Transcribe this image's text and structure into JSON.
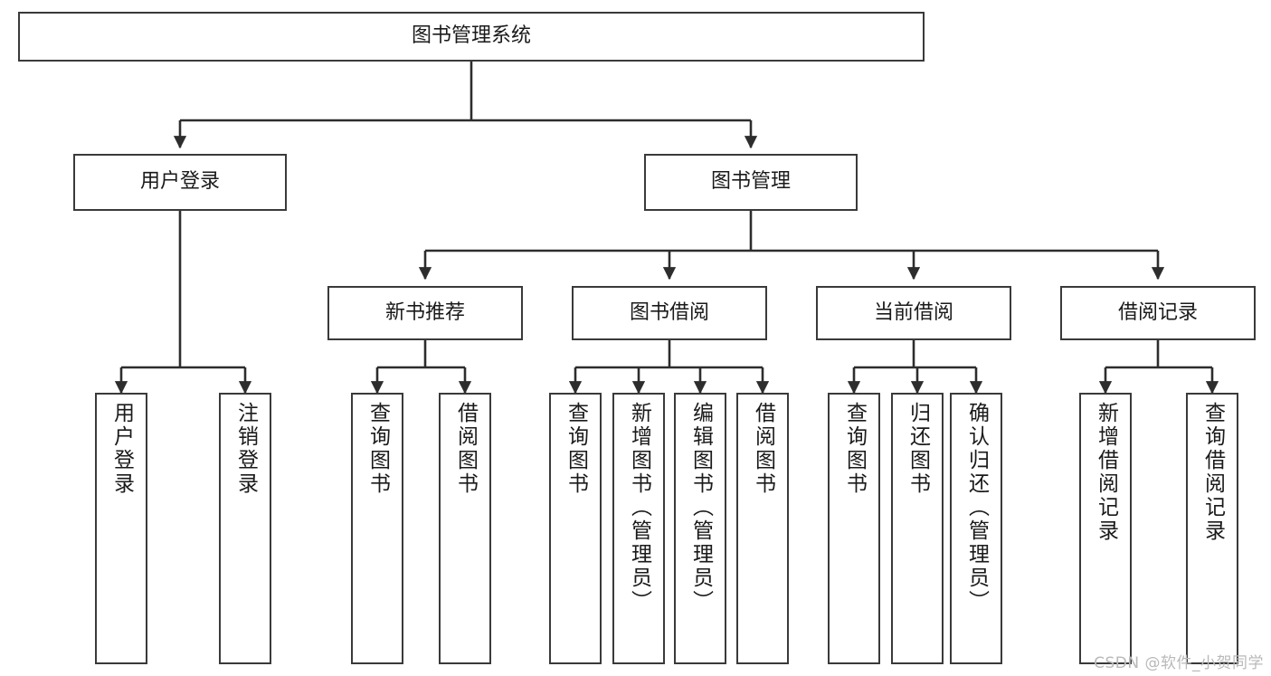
{
  "diagram": {
    "title": "图书管理系统",
    "type": "tree-hierarchy-chart",
    "orientation": "top-down",
    "line_color": "#3a3a3a",
    "box_fill": "#ffffff",
    "text_color": "#1a1a1a"
  },
  "root": {
    "label": "图书管理系统"
  },
  "level2": [
    {
      "label": "用户登录"
    },
    {
      "label": "图书管理"
    }
  ],
  "level3": [
    {
      "label": "新书推荐"
    },
    {
      "label": "图书借阅"
    },
    {
      "label": "当前借阅"
    },
    {
      "label": "借阅记录"
    }
  ],
  "leaves": {
    "user_login": [
      {
        "label": "用户登录"
      },
      {
        "label": "注销登录"
      }
    ],
    "new_book_recommend": [
      {
        "label": "查询图书"
      },
      {
        "label": "借阅图书"
      }
    ],
    "book_borrow": [
      {
        "label": "查询图书"
      },
      {
        "label": "新增图书（管理员）"
      },
      {
        "label": "编辑图书（管理员）"
      },
      {
        "label": "借阅图书"
      }
    ],
    "current_borrow": [
      {
        "label": "查询图书"
      },
      {
        "label": "归还图书"
      },
      {
        "label": "确认归还（管理员）"
      }
    ],
    "borrow_record": [
      {
        "label": "新增借阅记录"
      },
      {
        "label": "查询借阅记录"
      }
    ]
  },
  "watermark": {
    "text": "CSDN @软件_小贺同学"
  }
}
